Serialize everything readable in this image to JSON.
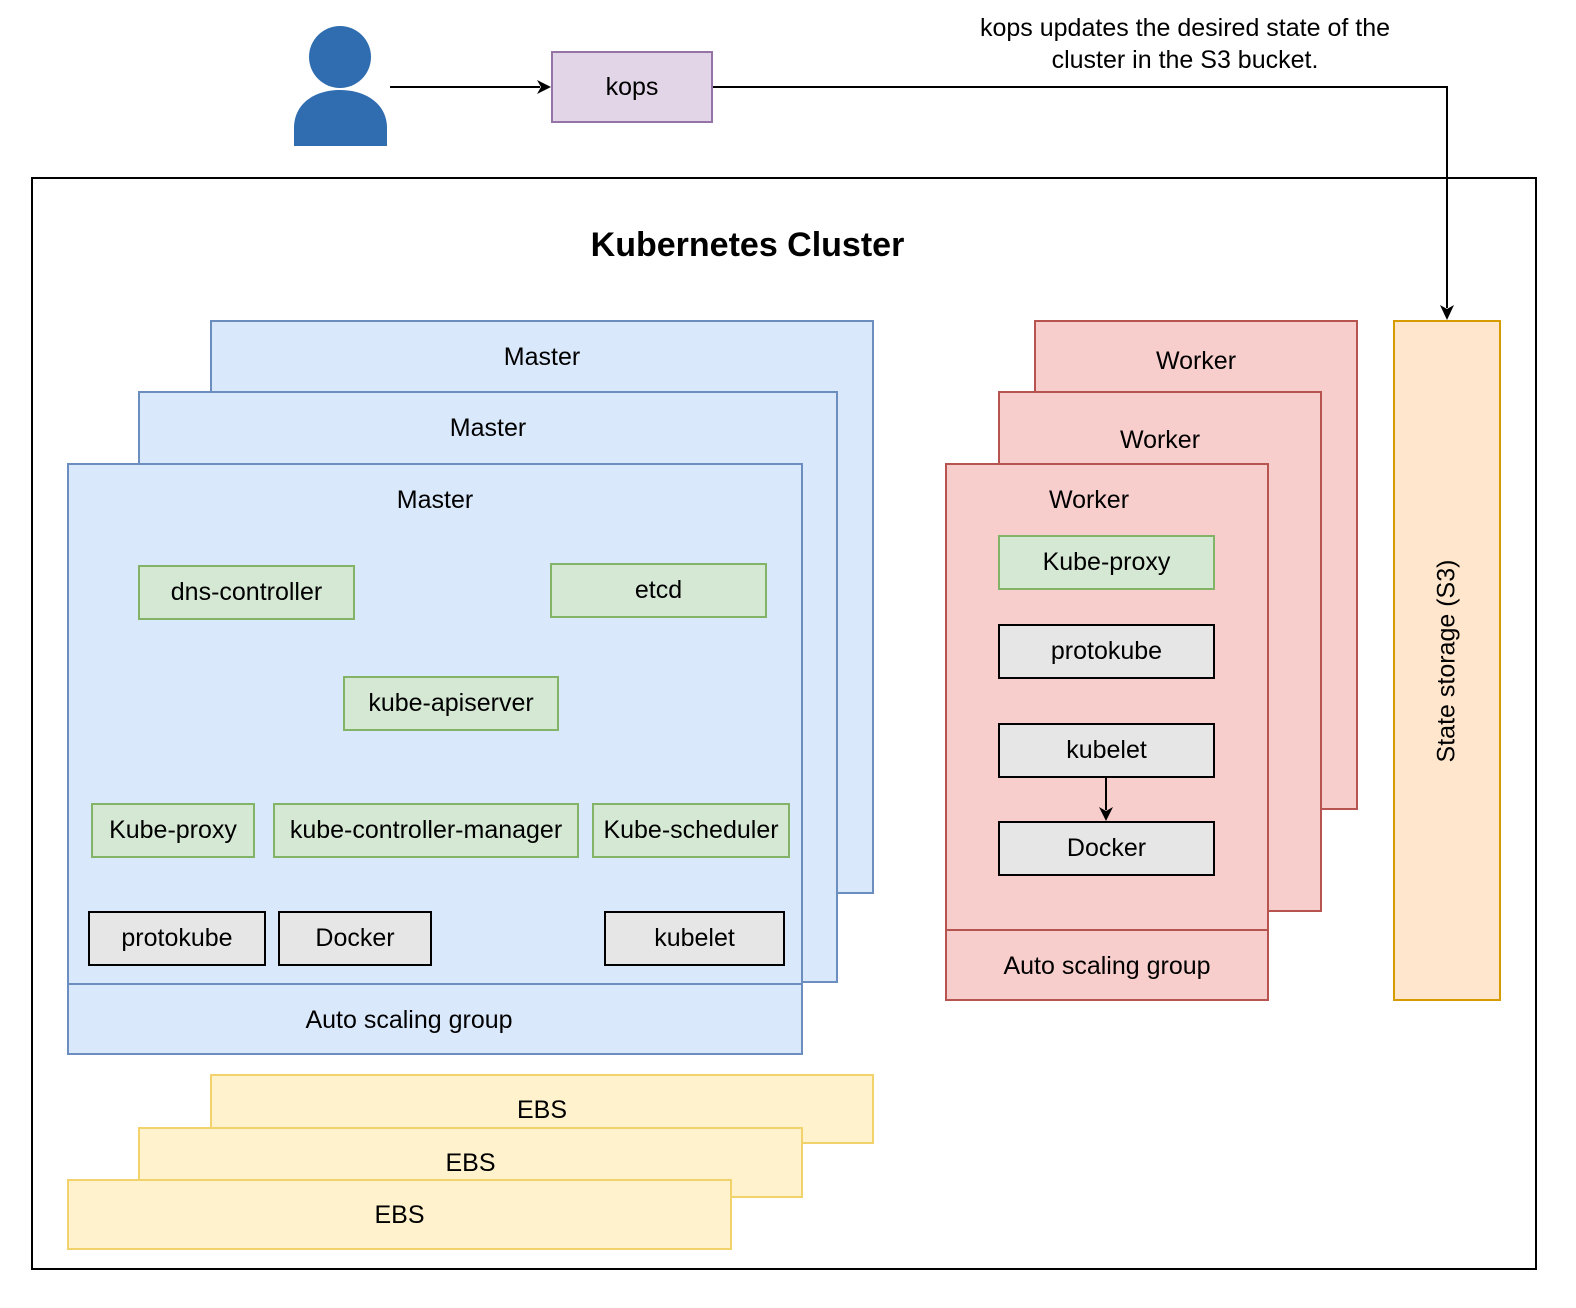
{
  "annotation": {
    "line1": "kops updates the desired state of the",
    "line2": "cluster in the S3 bucket."
  },
  "kops": {
    "label": "kops"
  },
  "cluster": {
    "title": "Kubernetes Cluster"
  },
  "masters": {
    "back_title": "Master",
    "middle_title": "Master",
    "front_title": "Master",
    "components": {
      "dns_controller": "dns-controller",
      "etcd": "etcd",
      "kube_apiserver": "kube-apiserver",
      "kube_proxy": "Kube-proxy",
      "kube_controller_manager": "kube-controller-manager",
      "kube_scheduler": "Kube-scheduler",
      "protokube": "protokube",
      "docker": "Docker",
      "kubelet": "kubelet"
    },
    "asg": "Auto scaling group"
  },
  "workers": {
    "back_title": "Worker",
    "middle_title": "Worker",
    "front_title": "Worker",
    "components": {
      "kube_proxy": "Kube-proxy",
      "protokube": "protokube",
      "kubelet": "kubelet",
      "docker": "Docker"
    },
    "asg": "Auto scaling group"
  },
  "state_storage": {
    "label": "State storage (S3)"
  },
  "ebs": {
    "back": "EBS",
    "middle": "EBS",
    "front": "EBS"
  },
  "colors": {
    "master_fill": "#dae8fc",
    "master_stroke": "#6c8ebf",
    "worker_fill": "#f8cecc",
    "worker_stroke": "#b85450",
    "component_fill": "#d5e8d4",
    "component_stroke": "#82b366",
    "process_fill": "#e6e6e6",
    "storage_fill": "#ffe6cc",
    "storage_stroke": "#d79b00",
    "ebs_fill": "#fff2cc",
    "kops_fill": "#e1d5e7",
    "kops_stroke": "#9673a6",
    "user_icon": "#2f6db0"
  },
  "icons": {
    "user": "user-icon"
  }
}
